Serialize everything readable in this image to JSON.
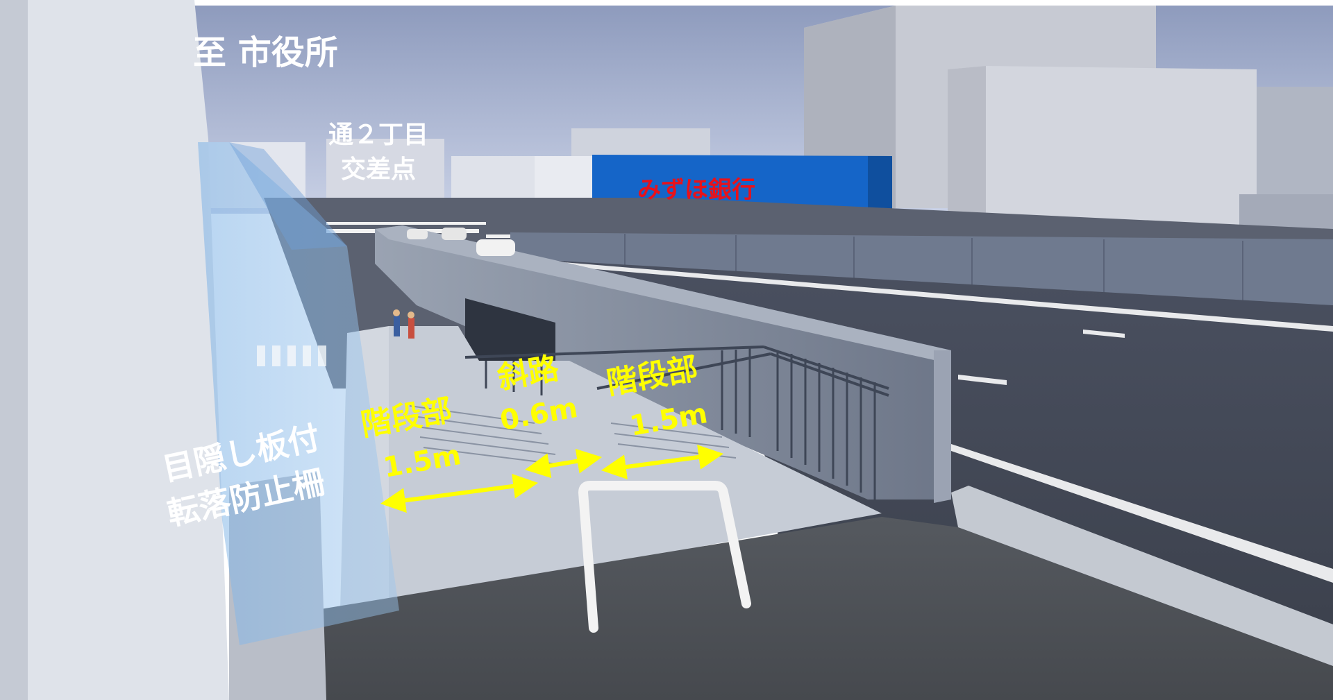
{
  "labels": {
    "destination": "至 市役所",
    "intersection_line1": "通２丁目",
    "intersection_line2": "交差点",
    "bank": "みずほ銀行",
    "fence_line1": "目隠し板付",
    "fence_line2": "転落防止柵",
    "stairs_left_title": "階段部",
    "stairs_left_width": "1.5m",
    "slope_title": "斜路",
    "slope_width": "0.6m",
    "stairs_right_title": "階段部",
    "stairs_right_width": "1.5m"
  },
  "colors": {
    "annotation_text": "#ffff00",
    "annotation_arrow": "#ffff00",
    "bank_facade": "#1565c8",
    "bank_text": "#e8121b",
    "fence_overlay": "#7fb3e6",
    "sky": "#b8c4de"
  }
}
